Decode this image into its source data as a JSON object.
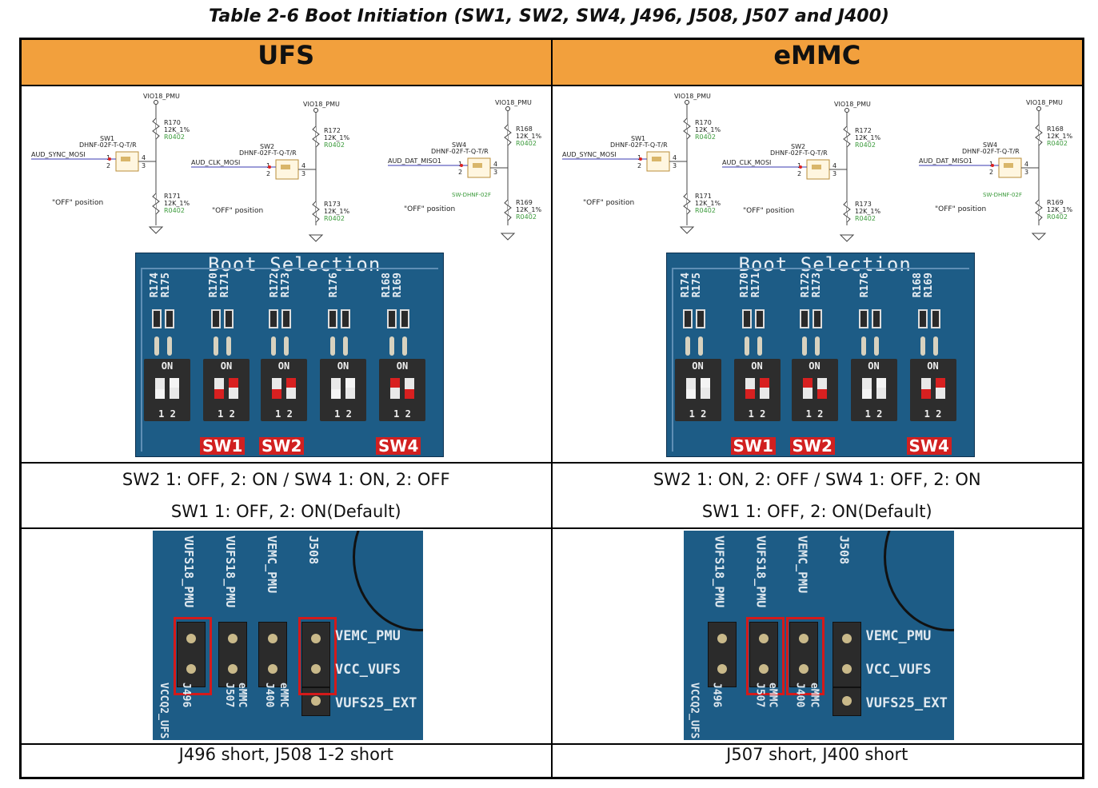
{
  "caption": "Table 2-6 Boot Initiation (SW1, SW2, SW4, J496, J508, J507 and J400)",
  "columns": [
    {
      "header": "UFS",
      "schematic": {
        "supply": "VIO18_PMU",
        "switches": [
          {
            "ref": "SW1",
            "part": "DHNF-02F-T-Q-T/R",
            "net": "AUD_SYNC_MOSI",
            "r_top": "R170",
            "r_bot": "R171",
            "pos": "\"OFF\" position"
          },
          {
            "ref": "SW2",
            "part": "DHNF-02F-T-Q-T/R",
            "net": "AUD_CLK_MOSI",
            "r_top": "R172",
            "r_bot": "R173",
            "pos": "\"OFF\" position"
          },
          {
            "ref": "SW4",
            "part": "DHNF-02F-T-Q-T/R",
            "net": "AUD_DAT_MISO1",
            "r_top": "R168",
            "r_bot": "R169",
            "pos": "\"OFF\" position",
            "extra": "SW-DHNF-02F"
          }
        ],
        "res_value": "12K_1%",
        "res_pkg": "R0402"
      },
      "board": {
        "title": "Boot Selection",
        "refs": [
          "R174",
          "R175",
          "R170",
          "R171",
          "R172",
          "R173",
          "R176",
          "R168",
          "R169"
        ],
        "on_label": "ON",
        "num_label": "1 2",
        "switch_labels": [
          "SW1",
          "SW2",
          "SW4"
        ],
        "states": {
          "SW1": "1 OFF, 2 ON",
          "SW2": "1 OFF, 2 ON",
          "SW4": "1 ON, 2 OFF"
        }
      },
      "settings_line1": "SW2 1: OFF, 2: ON / SW4 1: ON, 2: OFF",
      "settings_line2": "SW1 1: OFF, 2: ON(Default)",
      "jumper": {
        "top_labels": [
          "VUFS18_PMU",
          "VUFS18_PMU",
          "VEMC_PMU",
          "J508"
        ],
        "bottom_labels": [
          "VCCQ2_UFS",
          "J496",
          "J507",
          "eMMC",
          "J400",
          "eMMC"
        ],
        "right_labels": [
          "VEMC_PMU",
          "VCC_VUFS",
          "VUFS25_EXT"
        ],
        "highlighted": [
          "J496",
          "J508 1-2"
        ]
      },
      "note": "J496 short, J508 1-2 short"
    },
    {
      "header": "eMMC",
      "schematic": {
        "supply": "VIO18_PMU",
        "switches": [
          {
            "ref": "SW1",
            "part": "DHNF-02F-T-Q-T/R",
            "net": "AUD_SYNC_MOSI",
            "r_top": "R170",
            "r_bot": "R171",
            "pos": "\"OFF\" position"
          },
          {
            "ref": "SW2",
            "part": "DHNF-02F-T-Q-T/R",
            "net": "AUD_CLK_MOSI",
            "r_top": "R172",
            "r_bot": "R173",
            "pos": "\"OFF\" position"
          },
          {
            "ref": "SW4",
            "part": "DHNF-02F-T-Q-T/R",
            "net": "AUD_DAT_MISO1",
            "r_top": "R168",
            "r_bot": "R169",
            "pos": "\"OFF\" position",
            "extra": "SW-DHNF-02F"
          }
        ],
        "res_value": "12K_1%",
        "res_pkg": "R0402"
      },
      "board": {
        "title": "Boot Selection",
        "refs": [
          "R174",
          "R175",
          "R170",
          "R171",
          "R172",
          "R173",
          "R176",
          "R168",
          "R169"
        ],
        "on_label": "ON",
        "num_label": "1 2",
        "switch_labels": [
          "SW1",
          "SW2",
          "SW4"
        ],
        "states": {
          "SW1": "1 OFF, 2 ON",
          "SW2": "1 ON, 2 OFF",
          "SW4": "1 OFF, 2 ON"
        }
      },
      "settings_line1": "SW2 1: ON, 2: OFF / SW4 1: OFF, 2: ON",
      "settings_line2": "SW1 1: OFF, 2: ON(Default)",
      "jumper": {
        "top_labels": [
          "VUFS18_PMU",
          "VUFS18_PMU",
          "VEMC_PMU",
          "J508"
        ],
        "bottom_labels": [
          "VCCQ2_UFS",
          "J496",
          "J507",
          "eMMC",
          "J400",
          "eMMC"
        ],
        "right_labels": [
          "VEMC_PMU",
          "VCC_VUFS",
          "VUFS25_EXT"
        ],
        "highlighted": [
          "J507",
          "J400"
        ]
      },
      "note": "J507 short, J400 short"
    }
  ]
}
